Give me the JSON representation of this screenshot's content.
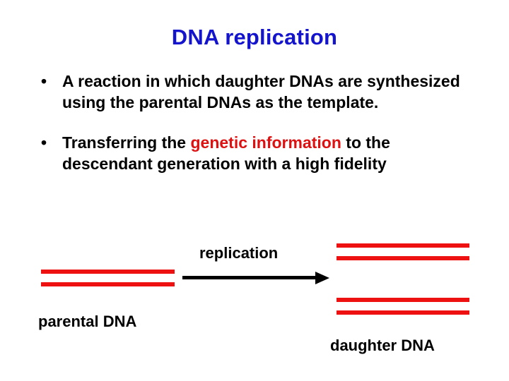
{
  "slide": {
    "title": "DNA replication",
    "background_color": "#ffffff",
    "title_color": "#1414cc",
    "accent_red": "#dd1111",
    "strand_color": "#ee1111"
  },
  "bullets": [
    {
      "marker": "•",
      "segments": [
        {
          "text": "A reaction in which daughter DNAs are synthesized using the parental DNAs as the template.",
          "highlight": false
        }
      ]
    },
    {
      "marker": "•",
      "segments": [
        {
          "text": "Transferring the ",
          "highlight": false
        },
        {
          "text": "genetic information",
          "highlight": true
        },
        {
          "text": " to the descendant generation with a high fidelity",
          "highlight": false
        }
      ]
    }
  ],
  "diagram": {
    "process_label": "replication",
    "parental_label": "parental DNA",
    "daughter_label": "daughter DNA",
    "parental_strand_count": 2,
    "daughter_strand_count": 4,
    "arrow_direction": "right"
  }
}
